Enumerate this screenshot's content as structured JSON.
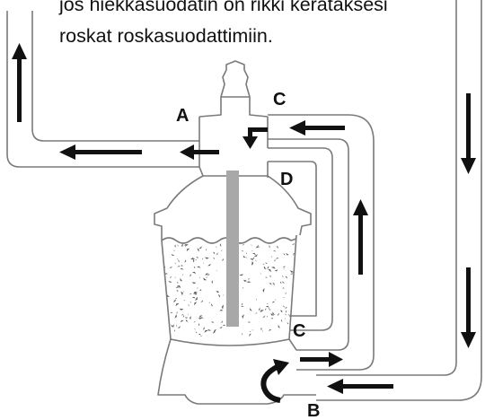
{
  "caption": {
    "line1": "jos hiekkasuodatin on rikki kerätäksesi",
    "line2": "roskat roskasuodattimiin."
  },
  "labels": {
    "a": "A",
    "b": "B",
    "c_top": "C",
    "c_bottom": "C",
    "d": "D"
  },
  "colors": {
    "outline": "#7a7a7a",
    "arrow": "#111111",
    "standpipe": "#a8a8a8",
    "sand_speck": "#555555"
  },
  "icons": {
    "flow_arrow": "arrow-icon",
    "return_flow": "curved-arrow-icon"
  }
}
